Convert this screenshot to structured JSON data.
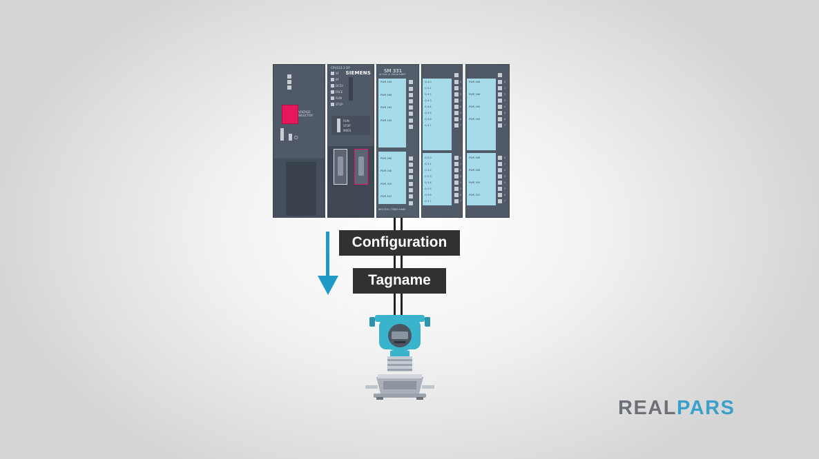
{
  "labels": {
    "configuration": "Configuration",
    "tagname": "Tagname"
  },
  "logo": {
    "part1": "REAL",
    "part2": "PARS"
  },
  "plc": {
    "psu_selector_label": "VOLTAGE SELECTOR",
    "cpu_model": "CPU315-2 DP",
    "cpu_brand": "SIEMENS",
    "cpu_leds": [
      "SF",
      "BF",
      "DC5V",
      "FRCE",
      "RUN",
      "STOP"
    ],
    "cpu_mode_labels": [
      "RUN",
      "STOP",
      "MRES"
    ],
    "sm_title": "SM 331",
    "sm_subtitle": "AI 2x0..4..20mA HART",
    "sm_order": "6ES7331-7TB00-0AB0",
    "sm_strip_labels": [
      "PWR 264",
      "PWR 266",
      "PWR 265",
      "PWR 264",
      "PWR 266",
      "PWR 268",
      "PWR 300",
      "PWR 402"
    ],
    "dio1_labels_top": [
      "Q 4.0",
      "Q 4.1",
      "Q 4.2",
      "Q 4.3",
      "Q 4.4",
      "Q 4.5",
      "Q 4.6",
      "Q 4.7"
    ],
    "dio1_labels_bottom": [
      "Q 5.0",
      "Q 5.1",
      "Q 5.2",
      "Q 5.3",
      "Q 5.4",
      "Q 5.5",
      "Q 5.6",
      "Q 5.7"
    ],
    "dio2_strip_labels": [
      "PWR 266",
      "PWR 266",
      "PWR 265",
      "PWR 264",
      "PWR 266",
      "PWR 268",
      "PWR 300",
      "PWR 302"
    ],
    "term_numbers": [
      "0",
      "1",
      "2",
      "3",
      "4",
      "5",
      "6",
      "7"
    ]
  },
  "colors": {
    "accent_blue": "#1e9ac7",
    "label_bg": "#2f3133",
    "module_gray": "#4f5968",
    "panel_blue": "#a6dcea",
    "psu_red": "#e8155f",
    "transmitter_teal": "#3ab4cd"
  }
}
